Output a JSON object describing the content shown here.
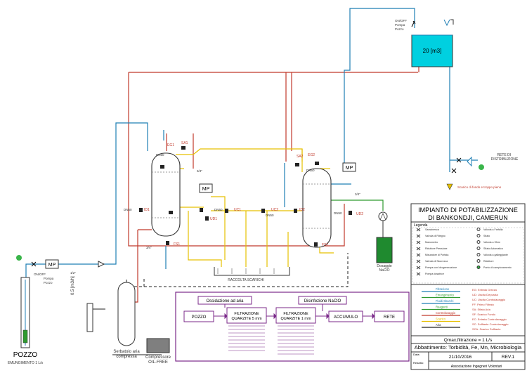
{
  "tank": {
    "volume": "20 [m3]",
    "switch_label": [
      "ON/OFF",
      "Pompa",
      "Pozzo"
    ]
  },
  "labels": {
    "eg1": "EG1",
    "sa1": "SA1",
    "eg2": "EG2",
    "sa2": "SA2",
    "dn_top1": "DN50",
    "dn_top2": "DN50",
    "dn_left1": "DN50",
    "dn_mid1": "DN50",
    "dn_mid2": "DN50",
    "dn_right2": "DN50",
    "fs1": "FS1",
    "fs2": "FS2",
    "uc1": "UC1",
    "uc2": "UC2",
    "ud1": "UD1",
    "ud2": "UD2",
    "id1": "ID1",
    "id2": "ID2",
    "mp1": "MP",
    "mp2": "MP",
    "mp3": "MP",
    "size_34a": "3/4\"",
    "size_34b": "3/4\"",
    "size_34c": "3/4\"",
    "size_12": "1/2\"",
    "rete": "RETE DI DISTRIBUZIONE",
    "scarico_tank": "Scarico di fondo e troppo pieno",
    "raccolta": "RACCOLTA SCARICHI",
    "dosaggio": "Dosaggio NaClO",
    "pozzo": "POZZO",
    "emungimento": "EMUNGIMENTO 1 L/s",
    "pump_switch": [
      "ON/OFF",
      "Pompa",
      "Pozzo"
    ],
    "serbatoio": "Serbatoio aria compressa",
    "compressore": "Compressore OIL-FREE",
    "flow": "0.5 [m3/h]",
    "small_a": "Manometro",
    "small_b": "Aria"
  },
  "process": {
    "ossidazione": "Ossidazione ad aria",
    "disinfezione": "Disinfezione NaClO",
    "steps": [
      "POZZO",
      "FILTRAZIONE QUARZITE 5 mm",
      "FILTRAZIONE QUARZITE 1 mm",
      "ACCUMULO",
      "RETE"
    ]
  },
  "legend": {
    "title": "Legenda",
    "items_left": [
      "Saracinesca",
      "Valvola di Ritegno",
      "Manometro",
      "Riduttore Pressione",
      "Misuratore di Portata",
      "Valvola di Sicurezza",
      "Pompa con Idrogenerazione",
      "Pompa dosatrice"
    ],
    "items_right": [
      "Valvola a Farfalla",
      "Sfiato",
      "Valvola a Sfere",
      "Sfiato Automatico",
      "Valvola a galleggiante",
      "Riduttore",
      "Punto di campionamento"
    ],
    "lines": [
      "Filtrazione",
      "Emungimento",
      "Fluidi Sbarchi",
      "Reagenti",
      "Controlavaggio",
      "Scarico",
      "Aria"
    ],
    "codes": [
      "EG: Entrata Grezza",
      "UD: Uscita Depurata",
      "UC: Uscita Controlavaggio",
      "FF: Primo Filtrato",
      "SA: Sfiato Aria",
      "SF: Scarico Fondo",
      "EC: Entrata Controlavaggio",
      "SC: Soffiante Controlavaggio",
      "SCA: Scarico Soffiante"
    ]
  },
  "title_block": {
    "title": "IMPIANTO DI POTABILIZZAZIONE DI BANKONDJI, CAMERUN",
    "qmax": "Qmax,filtrazione = 1 L/s",
    "abbattimento": "Abbattimento: Torbidità, Fe, Mn, Microbiologia",
    "data_label": "Data:",
    "date": "21/10/2016",
    "rev": "REV.1",
    "redatto_label": "Redatto:",
    "author": "Associazione Ingegneri Volontari"
  },
  "colors": {
    "red": "#c0392b",
    "blue": "#1f7fb5",
    "yellow": "#e6c000",
    "green": "#2e9a2e",
    "purple": "#7b2a8a",
    "tank": "#00d0e0"
  }
}
